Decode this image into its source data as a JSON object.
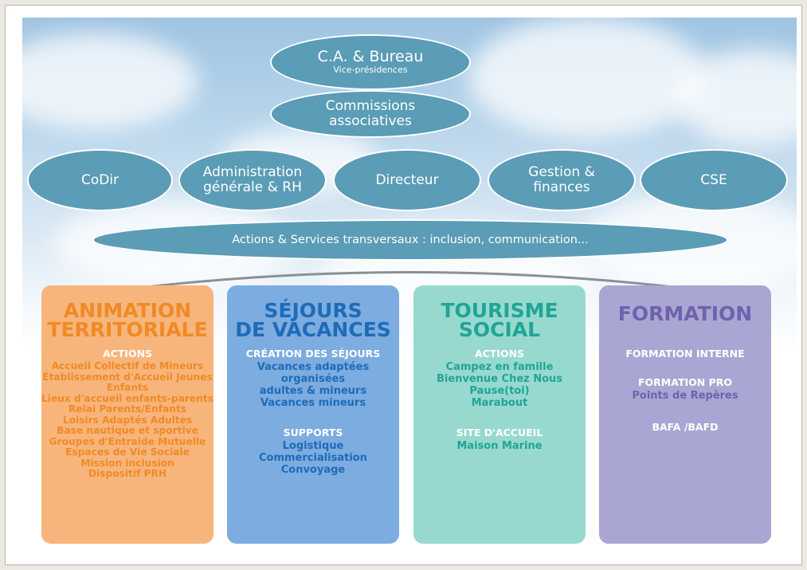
{
  "colors": {
    "oval_fill": "#5b9cb6",
    "animation_bg": "#f7b57c",
    "animation_text": "#f08a24",
    "sejours_bg": "#7cace0",
    "sejours_text": "#1e6bb8",
    "tourisme_bg": "#98d9cf",
    "tourisme_text": "#1fa595",
    "formation_bg": "#aaa6d3",
    "formation_text": "#6d63ad"
  },
  "ovals": {
    "ca_bureau": {
      "title": "C.A. & Bureau",
      "subtitle": "Vice-présidences"
    },
    "commissions": {
      "title": "Commissions associatives"
    },
    "codir": {
      "title": "CoDir"
    },
    "admin": {
      "title": "Administration générale & RH"
    },
    "directeur": {
      "title": "Directeur"
    },
    "gestion": {
      "title": "Gestion & finances"
    },
    "cse": {
      "title": "CSE"
    },
    "transversaux": {
      "title": "Actions & Services transversaux : inclusion, communication..."
    }
  },
  "cards": {
    "animation": {
      "title": "ANIMATION\nTERRITORIALE",
      "sections": [
        {
          "title": "ACTIONS",
          "items": [
            "Accueil Collectif de Mineurs",
            "Établissement d'Accueil Jeunes",
            "Enfants",
            "Lieux d'accueil enfants-parents",
            "Relai Parents/Enfants",
            "Loisirs Adaptés Adultes",
            "Base nautique et sportive",
            "Groupes d'Entraide Mutuelle",
            "Espaces de Vie Sociale",
            "Mission inclusion",
            "Dispositif PRH"
          ]
        }
      ]
    },
    "sejours": {
      "title": "SÉJOURS\nDE VACANCES",
      "sections": [
        {
          "title": "CRÉATION DES SÉJOURS",
          "items": [
            "Vacances adaptées",
            "organisées",
            "adultes & mineurs",
            "Vacances mineurs"
          ]
        },
        {
          "title": "SUPPORTS",
          "items": [
            "Logistique",
            "Commercialisation",
            "Convoyage"
          ]
        }
      ]
    },
    "tourisme": {
      "title": "TOURISME\nSOCIAL",
      "sections": [
        {
          "title": "ACTIONS",
          "items": [
            "Campez en famille",
            "Bienvenue Chez Nous",
            "Pause(toi)",
            "Marabout"
          ]
        },
        {
          "title": "SITE D'ACCUEIL",
          "items": [
            "Maison Marine"
          ]
        }
      ]
    },
    "formation": {
      "title": "FORMATION",
      "sections": [
        {
          "title": "FORMATION INTERNE",
          "items": []
        },
        {
          "title": "FORMATION PRO",
          "items": [
            "Points de Repères"
          ]
        },
        {
          "title": "BAFA /BAFD",
          "items": []
        }
      ]
    }
  }
}
